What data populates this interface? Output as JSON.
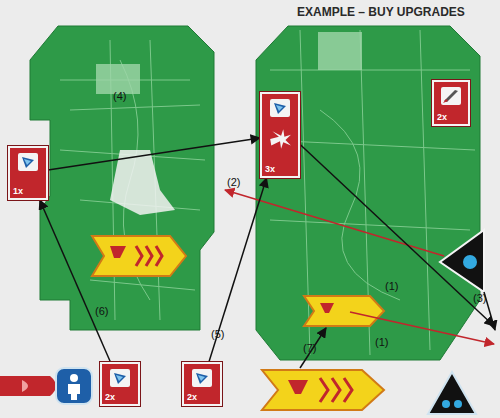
{
  "diagram": {
    "nodes": [
      {
        "text": [
          "1x"
        ]
      },
      {
        "text": [
          "3x"
        ]
      },
      {
        "text": [
          "2x"
        ]
      },
      {
        "text": [
          "2x"
        ]
      },
      {
        "text": [
          "2x"
        ]
      }
    ],
    "edges": [
      {
        "from": 0,
        "to": 1,
        "arrow": "to",
        "label": "(4)"
      },
      {
        "from": 3,
        "to": 0,
        "arrow": "to",
        "label": "(6)"
      },
      {
        "from": 4,
        "to": 1,
        "arrow": "to",
        "label": "(5)"
      }
    ],
    "labels": [
      "EXAMPLE – BUY UPGRADES",
      "(2)",
      "(3)",
      "(1)",
      "(1)",
      "(7)"
    ]
  }
}
